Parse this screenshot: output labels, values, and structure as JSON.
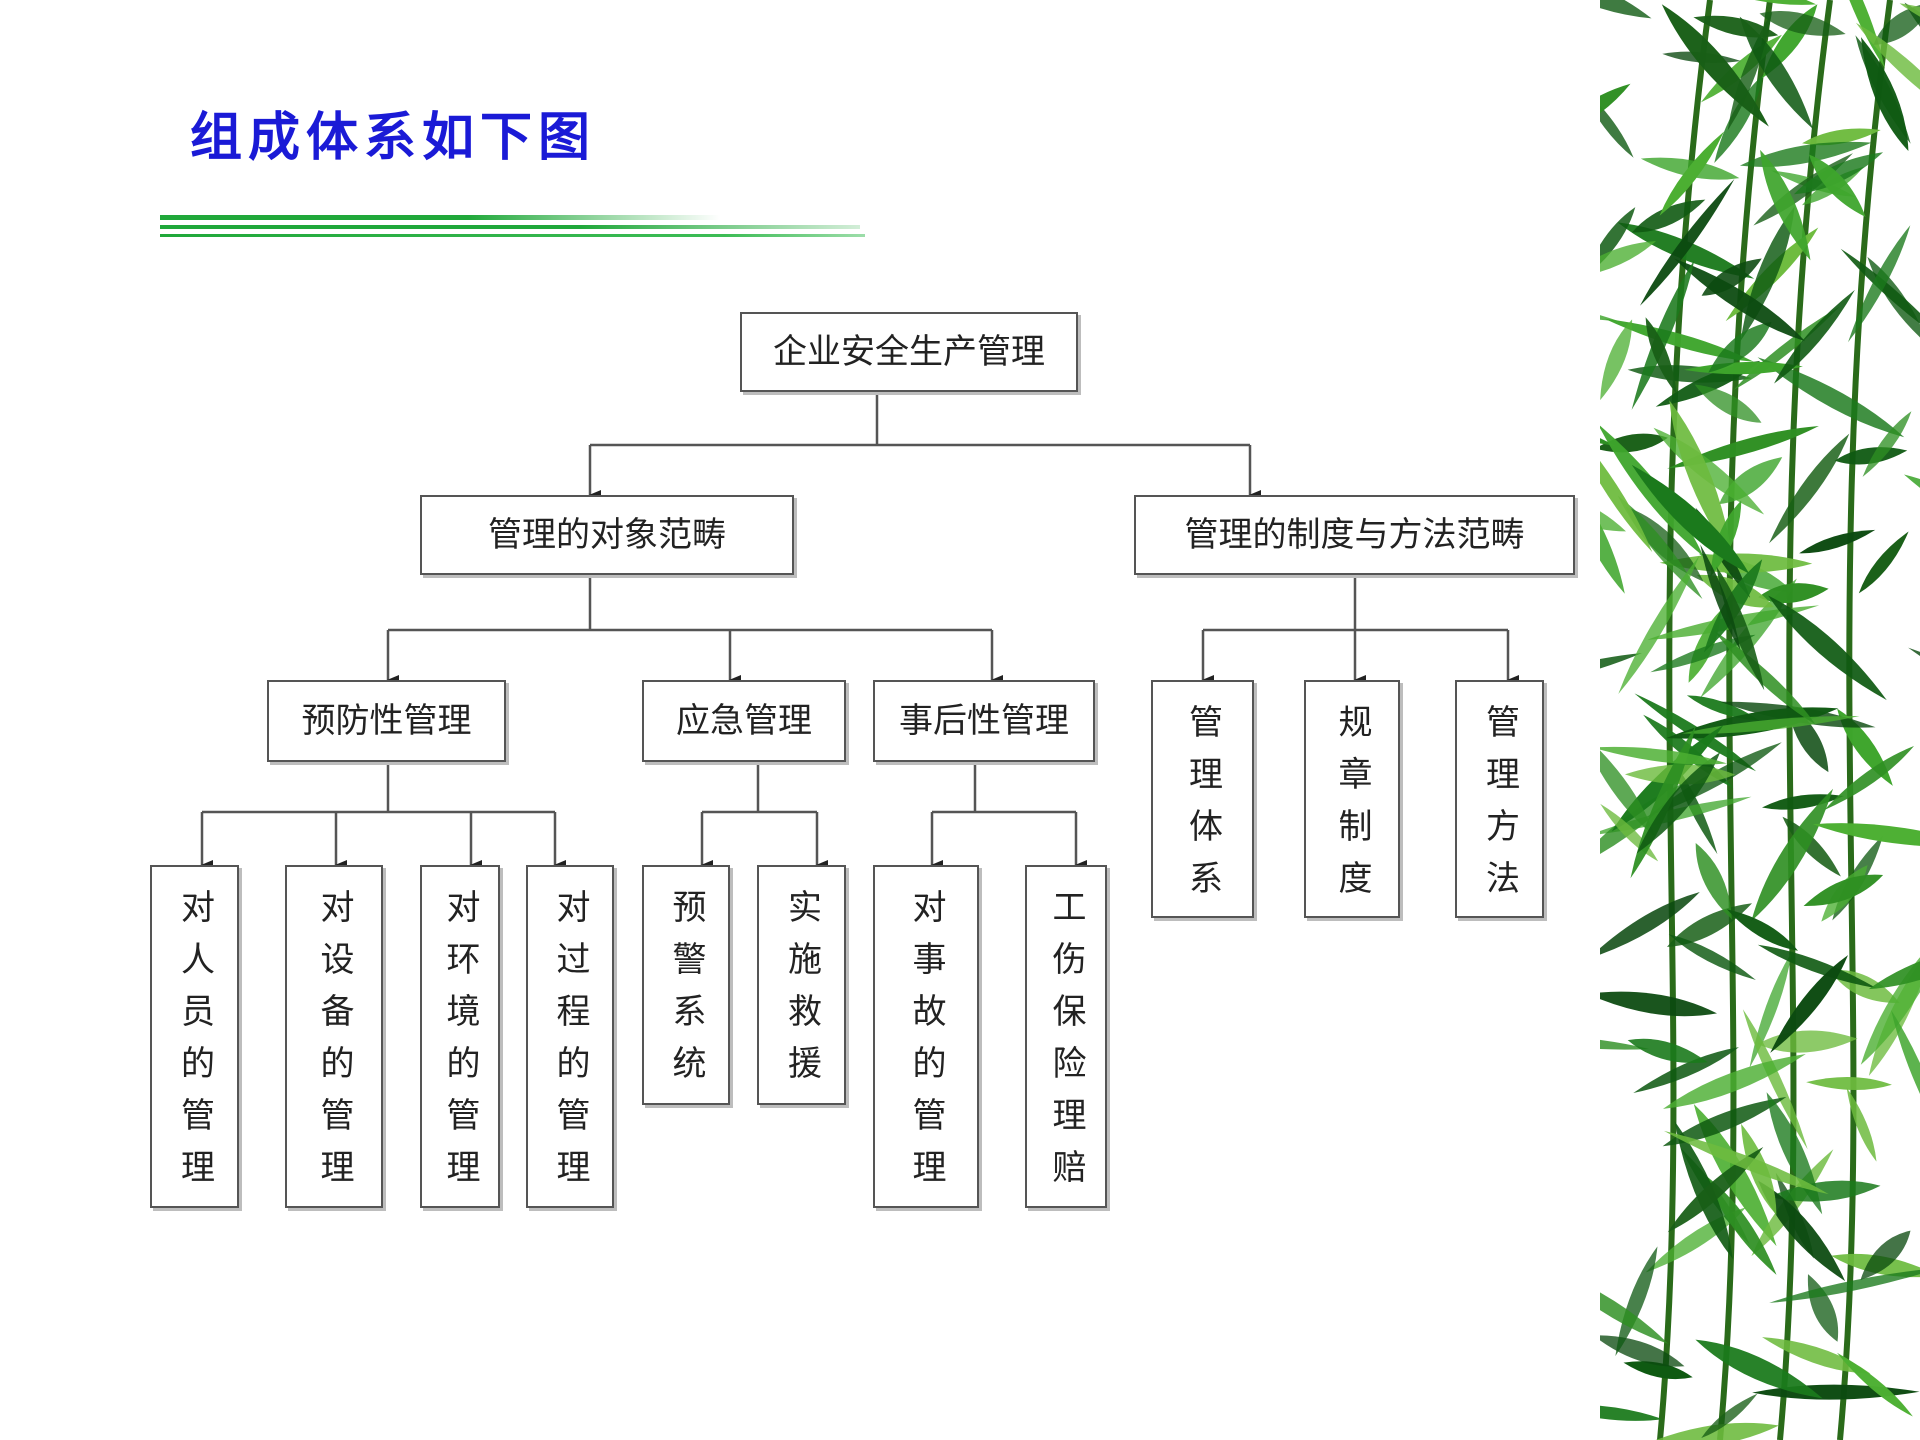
{
  "slide": {
    "title": "组成体系如下图",
    "accent_color": "#1a1ad6",
    "rule_color": "#20a83a",
    "decoration": "bamboo-leaves"
  },
  "org_chart": {
    "root": "企业安全生产管理",
    "categories": [
      {
        "label": "管理的对象范畴",
        "children": [
          {
            "label": "预防性管理",
            "children": [
              "对人员的管理",
              "对设备的管理",
              "对环境的管理",
              "对过程的管理"
            ]
          },
          {
            "label": "应急管理",
            "children": [
              "预警系统",
              "实施救援"
            ]
          },
          {
            "label": "事后性管理",
            "children": [
              "对事故的管理",
              "工伤保险理赔"
            ]
          }
        ]
      },
      {
        "label": "管理的制度与方法范畴",
        "children": [
          "管理体系",
          "规章制度",
          "管理方法"
        ]
      }
    ]
  }
}
